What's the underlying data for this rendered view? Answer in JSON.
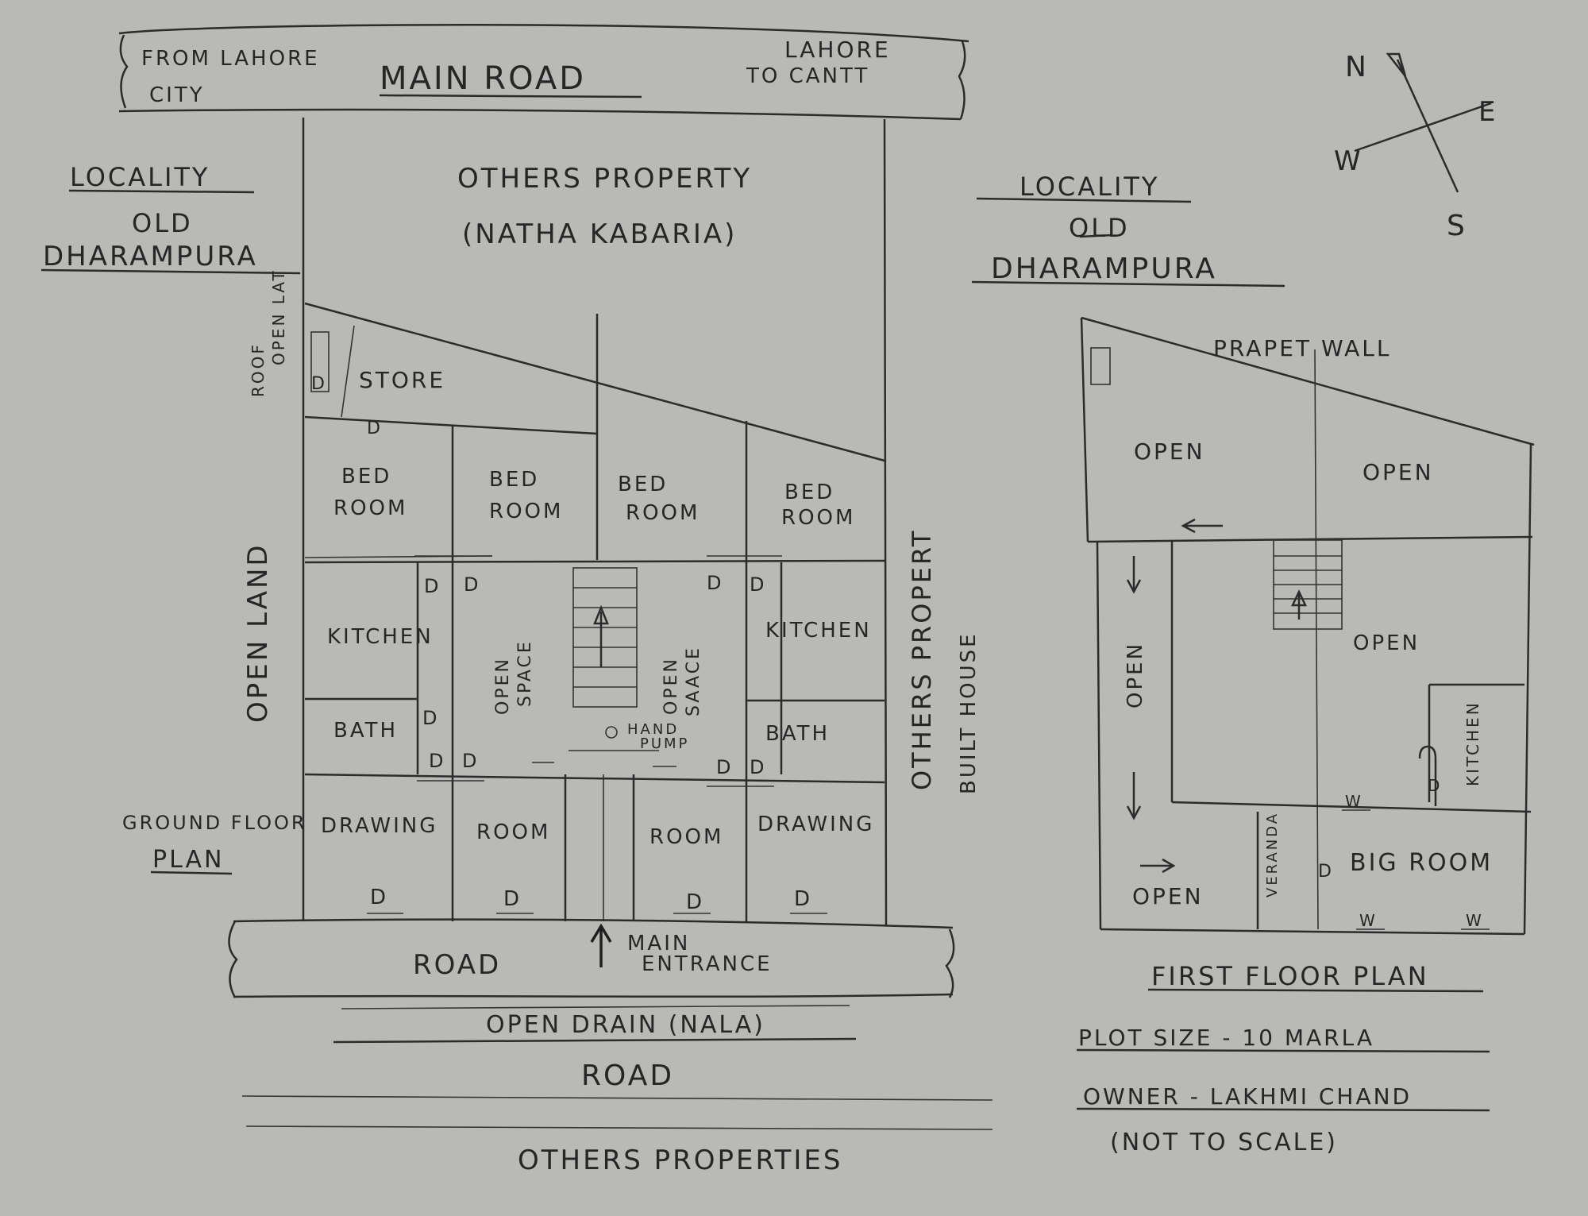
{
  "site": {
    "from_label_1": "FROM LAHORE",
    "from_label_2": "CITY",
    "main_road": "MAIN ROAD",
    "to_label_1": "LAHORE",
    "to_label_2": "TO CANTT",
    "others_property_top": "OTHERS PROPERTY",
    "others_property_owner": "(NATHA KABARIA)",
    "open_land": "OPEN LAND",
    "others_property_right": "OTHERS PROPERT",
    "built_house": "BUILT HOUSE",
    "road_1": "ROAD",
    "main_entrance_1": "MAIN",
    "main_entrance_2": "ENTRANCE",
    "open_drain": "OPEN DRAIN (NALA)",
    "road_2": "ROAD",
    "others_properties_bottom": "OTHERS PROPERTIES"
  },
  "locality_left": {
    "line1": "LOCALITY",
    "line2": "OLD",
    "line3": "DHARAMPURA"
  },
  "locality_right": {
    "line1": "LOCALITY",
    "line2": "OLD",
    "line3": "DHARAMPURA"
  },
  "compass": {
    "north": "N",
    "east": "E",
    "south": "S",
    "west": "W"
  },
  "ground_floor": {
    "title_1": "GROUND FLOOR",
    "title_2": "PLAN",
    "roof_label": "ROOF",
    "open_lat": "OPEN LAT",
    "store": "STORE",
    "bed": "BED",
    "room": "ROOM",
    "kitchen": "KITCHEN",
    "bath": "BATH",
    "open_space_1": "OPEN",
    "open_space_2": "SPACE",
    "open_space_3": "OPEN",
    "open_space_4": "SAACE",
    "hand_pump_1": "HAND",
    "hand_pump_2": "PUMP",
    "drawing": "DRAWING",
    "door": "D"
  },
  "first_floor": {
    "title": "FIRST FLOOR PLAN",
    "parapet": "PRAPET WALL",
    "open": "OPEN",
    "kitchen": "KITCHEN",
    "verandah": "VERANDA",
    "big_room": "BIG ROOM",
    "window": "W",
    "door": "D"
  },
  "info": {
    "plot_size": "PLOT SIZE - 10 MARLA",
    "owner": "OWNER - LAKHMI CHAND",
    "scale_note": "(NOT TO SCALE)"
  },
  "colors": {
    "paper": "#b9bab6",
    "ink": "#262626"
  }
}
